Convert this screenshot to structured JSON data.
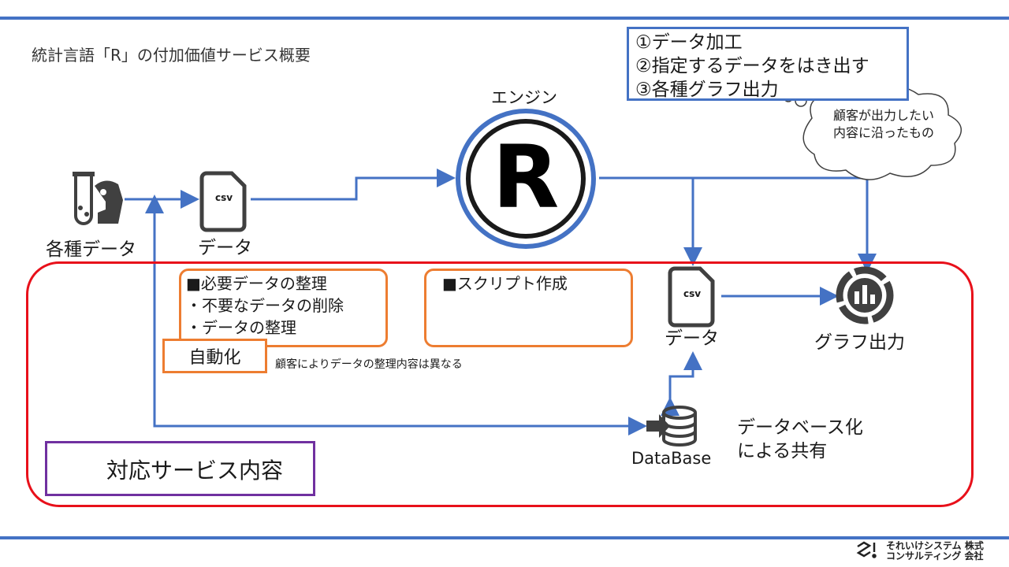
{
  "title": "統計言語「R」の付加価値サービス概要",
  "steps": [
    "①データ加工",
    "②指定するデータをはき出す",
    "③各種グラフ出力"
  ],
  "cloud": [
    "顧客が出力したい",
    "内容に沿ったもの"
  ],
  "engine": {
    "label": "エンジン",
    "letter": "R"
  },
  "nodes": {
    "source_data": "各種データ",
    "csv_top": "データ",
    "csv_icon_text": "csv",
    "csv_bottom": "データ",
    "graph": "グラフ出力",
    "database": "DataBase"
  },
  "box_organize": [
    "■必要データの整理",
    "・不要なデータの削除",
    "・データの整理"
  ],
  "box_script": "■スクリプト作成",
  "automation": "自動化",
  "note": "顧客によりデータの整理内容は異なる",
  "db_share": [
    "データベース化",
    "による共有"
  ],
  "service": "対応サービス内容",
  "footer": [
    "それいけシステム 株式",
    "コンサルティング 会社"
  ],
  "colors": {
    "blue": "#4472c4",
    "red": "#e8101a",
    "orange": "#ed7d31",
    "purple": "#7030a0",
    "icon": "#404040"
  }
}
